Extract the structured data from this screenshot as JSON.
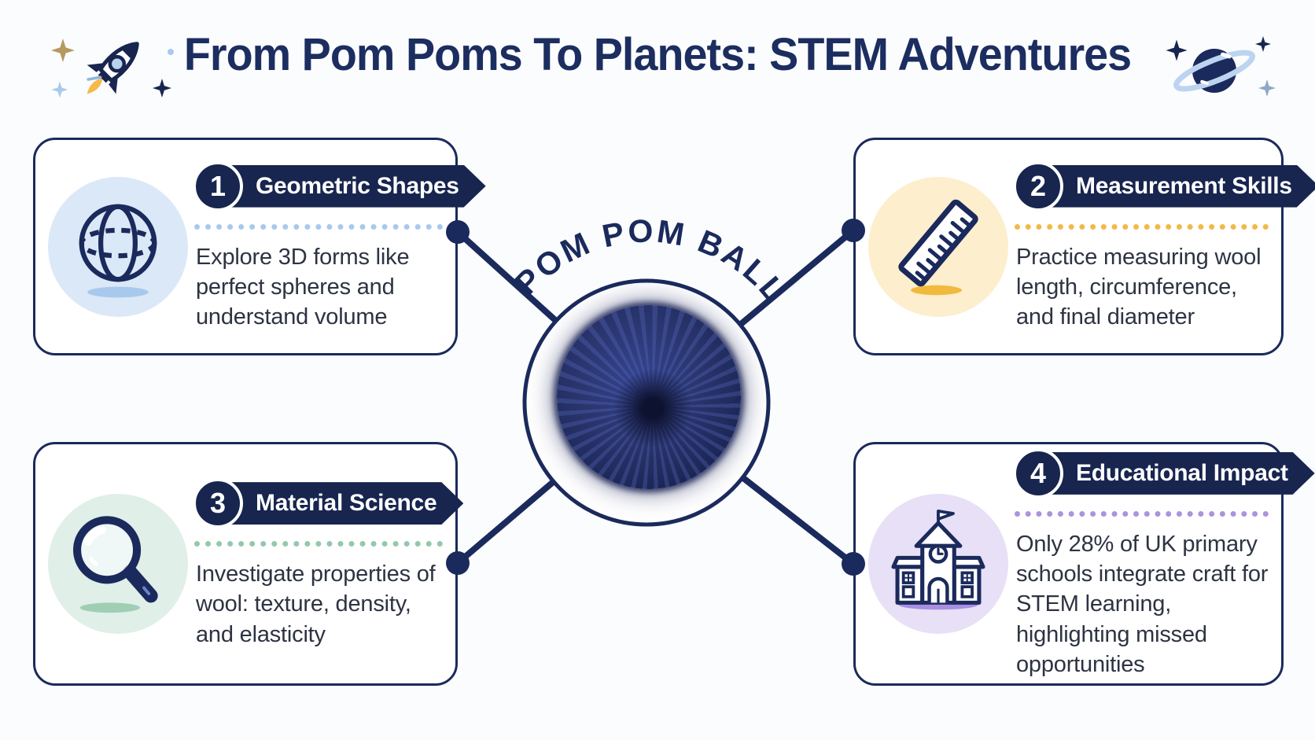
{
  "header": {
    "title": "From Pom Poms To Planets: STEM Adventures",
    "left_icon": "rocket-icon",
    "right_icon": "saturn-planet-icon",
    "sparkle_icons": [
      "gold-sparkle-icon",
      "blue-sparkle-icon",
      "navy-sparkle-icon",
      "slate-sparkle-icon"
    ]
  },
  "center": {
    "label": "POM POM BALL",
    "image": "navy-pom-pom-ball-photo",
    "ring_color": "#1b2a5c",
    "ball_color": "#27336e"
  },
  "cards": [
    {
      "number": "1",
      "title": "Geometric Shapes",
      "description": "Explore 3D forms like perfect spheres and understand volume",
      "icon": "wireframe-sphere-icon",
      "icon_bg": "#dbe8f7",
      "accent": "#a9c9ec"
    },
    {
      "number": "2",
      "title": "Measurement Skills",
      "description": "Practice measuring wool length, circumference, and final diameter",
      "icon": "ruler-icon",
      "icon_bg": "#fdeecd",
      "accent": "#f2b94a"
    },
    {
      "number": "3",
      "title": "Material Science",
      "description": "Investigate properties of wool: texture, density, and elasticity",
      "icon": "magnifying-glass-icon",
      "icon_bg": "#e0efe7",
      "accent": "#93c9aa"
    },
    {
      "number": "4",
      "title": "Educational Impact",
      "description": "Only 28% of UK primary schools integrate craft for STEM learning, highlighting missed opportunities",
      "icon": "school-building-icon",
      "icon_bg": "#e7e0f6",
      "accent": "#ab93dd"
    }
  ],
  "colors": {
    "navy": "#1b2a5c",
    "badge_navy": "#17254f",
    "title_text": "#1c2d60",
    "body_text": "#2d3342",
    "background": "#fbfcfd"
  }
}
